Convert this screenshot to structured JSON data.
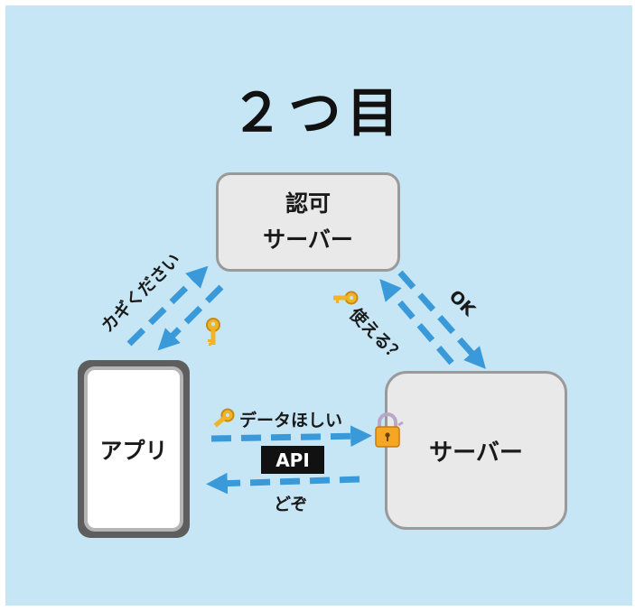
{
  "title": "２つ目",
  "nodes": {
    "auth_server": {
      "line1": "認可",
      "line2": "サーバー"
    },
    "server": {
      "label": "サーバー"
    },
    "app": {
      "label": "アプリ"
    }
  },
  "edges": {
    "request_key": "カギください",
    "can_use": "使える？",
    "ok": "OK",
    "want_data": "データほしい",
    "api": "API",
    "here_you_go": "どぞ"
  },
  "icons": [
    "key-icon",
    "padlock-icon"
  ],
  "colors": {
    "background": "#c6e6f5",
    "arrow": "#3a9ad9",
    "box_fill": "#e9e9ea",
    "box_border": "#9a9a9a",
    "phone_frame": "#5e5e5e"
  }
}
